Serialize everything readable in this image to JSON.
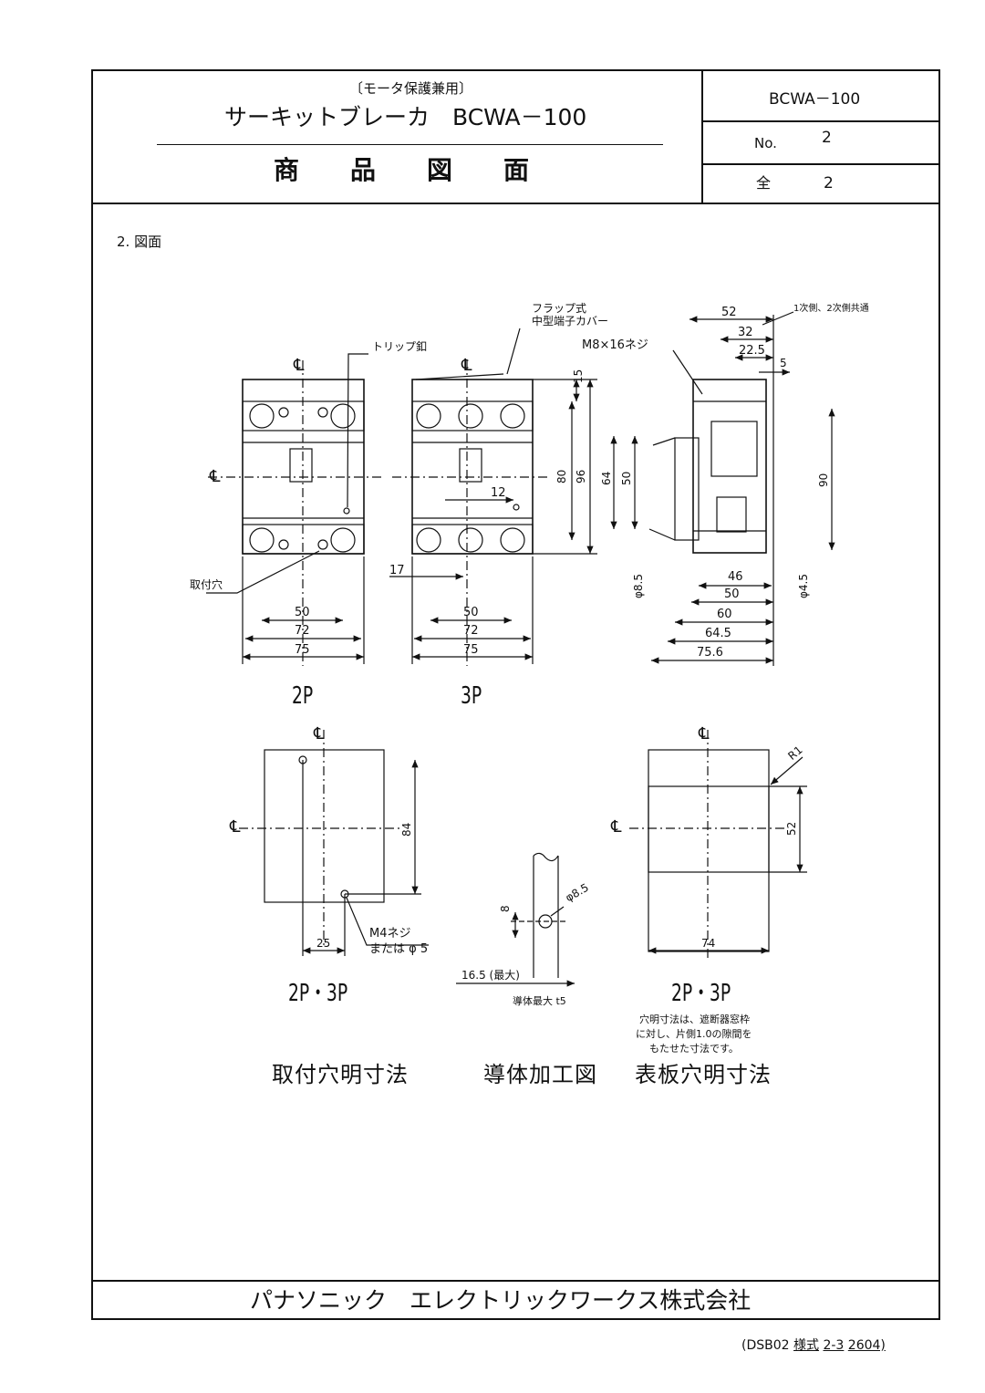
{
  "header": {
    "subtitle": "〔モータ保護兼用〕",
    "title": "サーキットブレーカ　BCWA－100",
    "doc_kind": "商　　品　　図　　面",
    "model_code": "BCWA－100",
    "no_label": "No.",
    "no_value": "2",
    "total_label": "全",
    "total_value": "2"
  },
  "section": {
    "heading": "2. 図面"
  },
  "drawing": {
    "cl": "℄",
    "labels": {
      "trip_button": "トリップ釦",
      "flap_cover_1": "フラップ式",
      "flap_cover_2": "中型端子カバー",
      "screw_m8": "M8×16ネジ",
      "common_note": "1次側、2次側共通",
      "mount_hole": "取付穴",
      "screw_m4_1": "M4ネジ",
      "screw_m4_2": "または φ 5",
      "conductor_max": "導体最大 t5",
      "r1": "R1",
      "note_1": "穴明寸法は、遮断器窓枠",
      "note_2": "に対し、片側1.0の隙間を",
      "note_3": "もたせた寸法です。"
    },
    "dims_2p": [
      "50",
      "72",
      "75"
    ],
    "dims_3p": [
      "50",
      "72",
      "75",
      "12",
      "17"
    ],
    "dims_vertical": [
      "15",
      "80",
      "96",
      "64",
      "50",
      "90"
    ],
    "dims_side_top": [
      "52",
      "32",
      "22.5",
      "5"
    ],
    "dims_side_bottom": [
      "46",
      "50",
      "60",
      "64.5",
      "75.6"
    ],
    "dims_side_holes": [
      "φ8.5",
      "φ4.5"
    ],
    "dims_mount": [
      "84",
      "25"
    ],
    "dims_conductor": [
      "8",
      "φ8.5",
      "16.5 (最大)"
    ],
    "dims_panel": [
      "52",
      "74"
    ],
    "view_2p": "2P",
    "view_3p": "3P",
    "view_both": "2P・3P",
    "caption_mount": "取付穴明寸法",
    "caption_conductor": "導体加工図",
    "caption_panel": "表板穴明寸法"
  },
  "footer": {
    "company": "パナソニック　エレクトリックワークス株式会社",
    "form_code": "(DSB02",
    "form_label": "様式",
    "form_number": "2-3",
    "form_date": "2604)"
  }
}
